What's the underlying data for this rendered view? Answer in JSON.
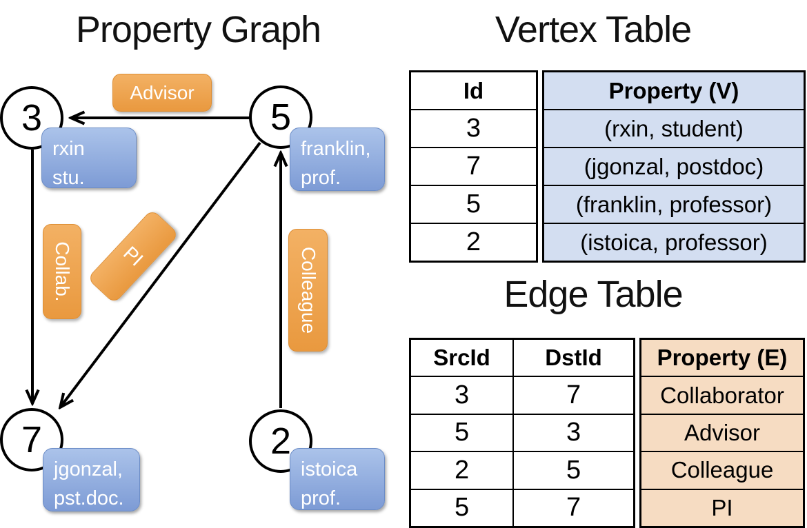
{
  "left_panel": {
    "title": "Property Graph",
    "nodes": [
      {
        "id": "3"
      },
      {
        "id": "5"
      },
      {
        "id": "7"
      },
      {
        "id": "2"
      }
    ],
    "property_boxes": [
      {
        "lines": [
          "rxin",
          "stu."
        ]
      },
      {
        "lines": [
          "franklin,",
          "prof."
        ]
      },
      {
        "lines": [
          "jgonzal,",
          "pst.doc."
        ]
      },
      {
        "lines": [
          "istoica",
          "prof."
        ]
      }
    ],
    "edge_labels": [
      "Advisor",
      "Collab.",
      "PI",
      "Colleague"
    ]
  },
  "vertex_table": {
    "title": "Vertex Table",
    "headers": [
      "Id",
      "Property (V)"
    ],
    "rows": [
      [
        "3",
        "(rxin, student)"
      ],
      [
        "7",
        "(jgonzal, postdoc)"
      ],
      [
        "5",
        "(franklin, professor)"
      ],
      [
        "2",
        "(istoica, professor)"
      ]
    ]
  },
  "edge_table": {
    "title": "Edge Table",
    "headers": [
      "SrcId",
      "DstId",
      "Property (E)"
    ],
    "rows": [
      [
        "3",
        "7",
        "Collaborator"
      ],
      [
        "5",
        "3",
        "Advisor"
      ],
      [
        "2",
        "5",
        "Colleague"
      ],
      [
        "5",
        "7",
        "PI"
      ]
    ]
  },
  "colors": {
    "edge_label_orange_top": "#f3b164",
    "edge_label_orange_bottom": "#e9993f",
    "property_box_blue_top": "#abc3ea",
    "property_box_blue_bottom": "#7d9bd5",
    "vertex_property_bg": "#d3def1",
    "edge_property_bg": "#f6dcc2",
    "line_color": "#000000"
  }
}
